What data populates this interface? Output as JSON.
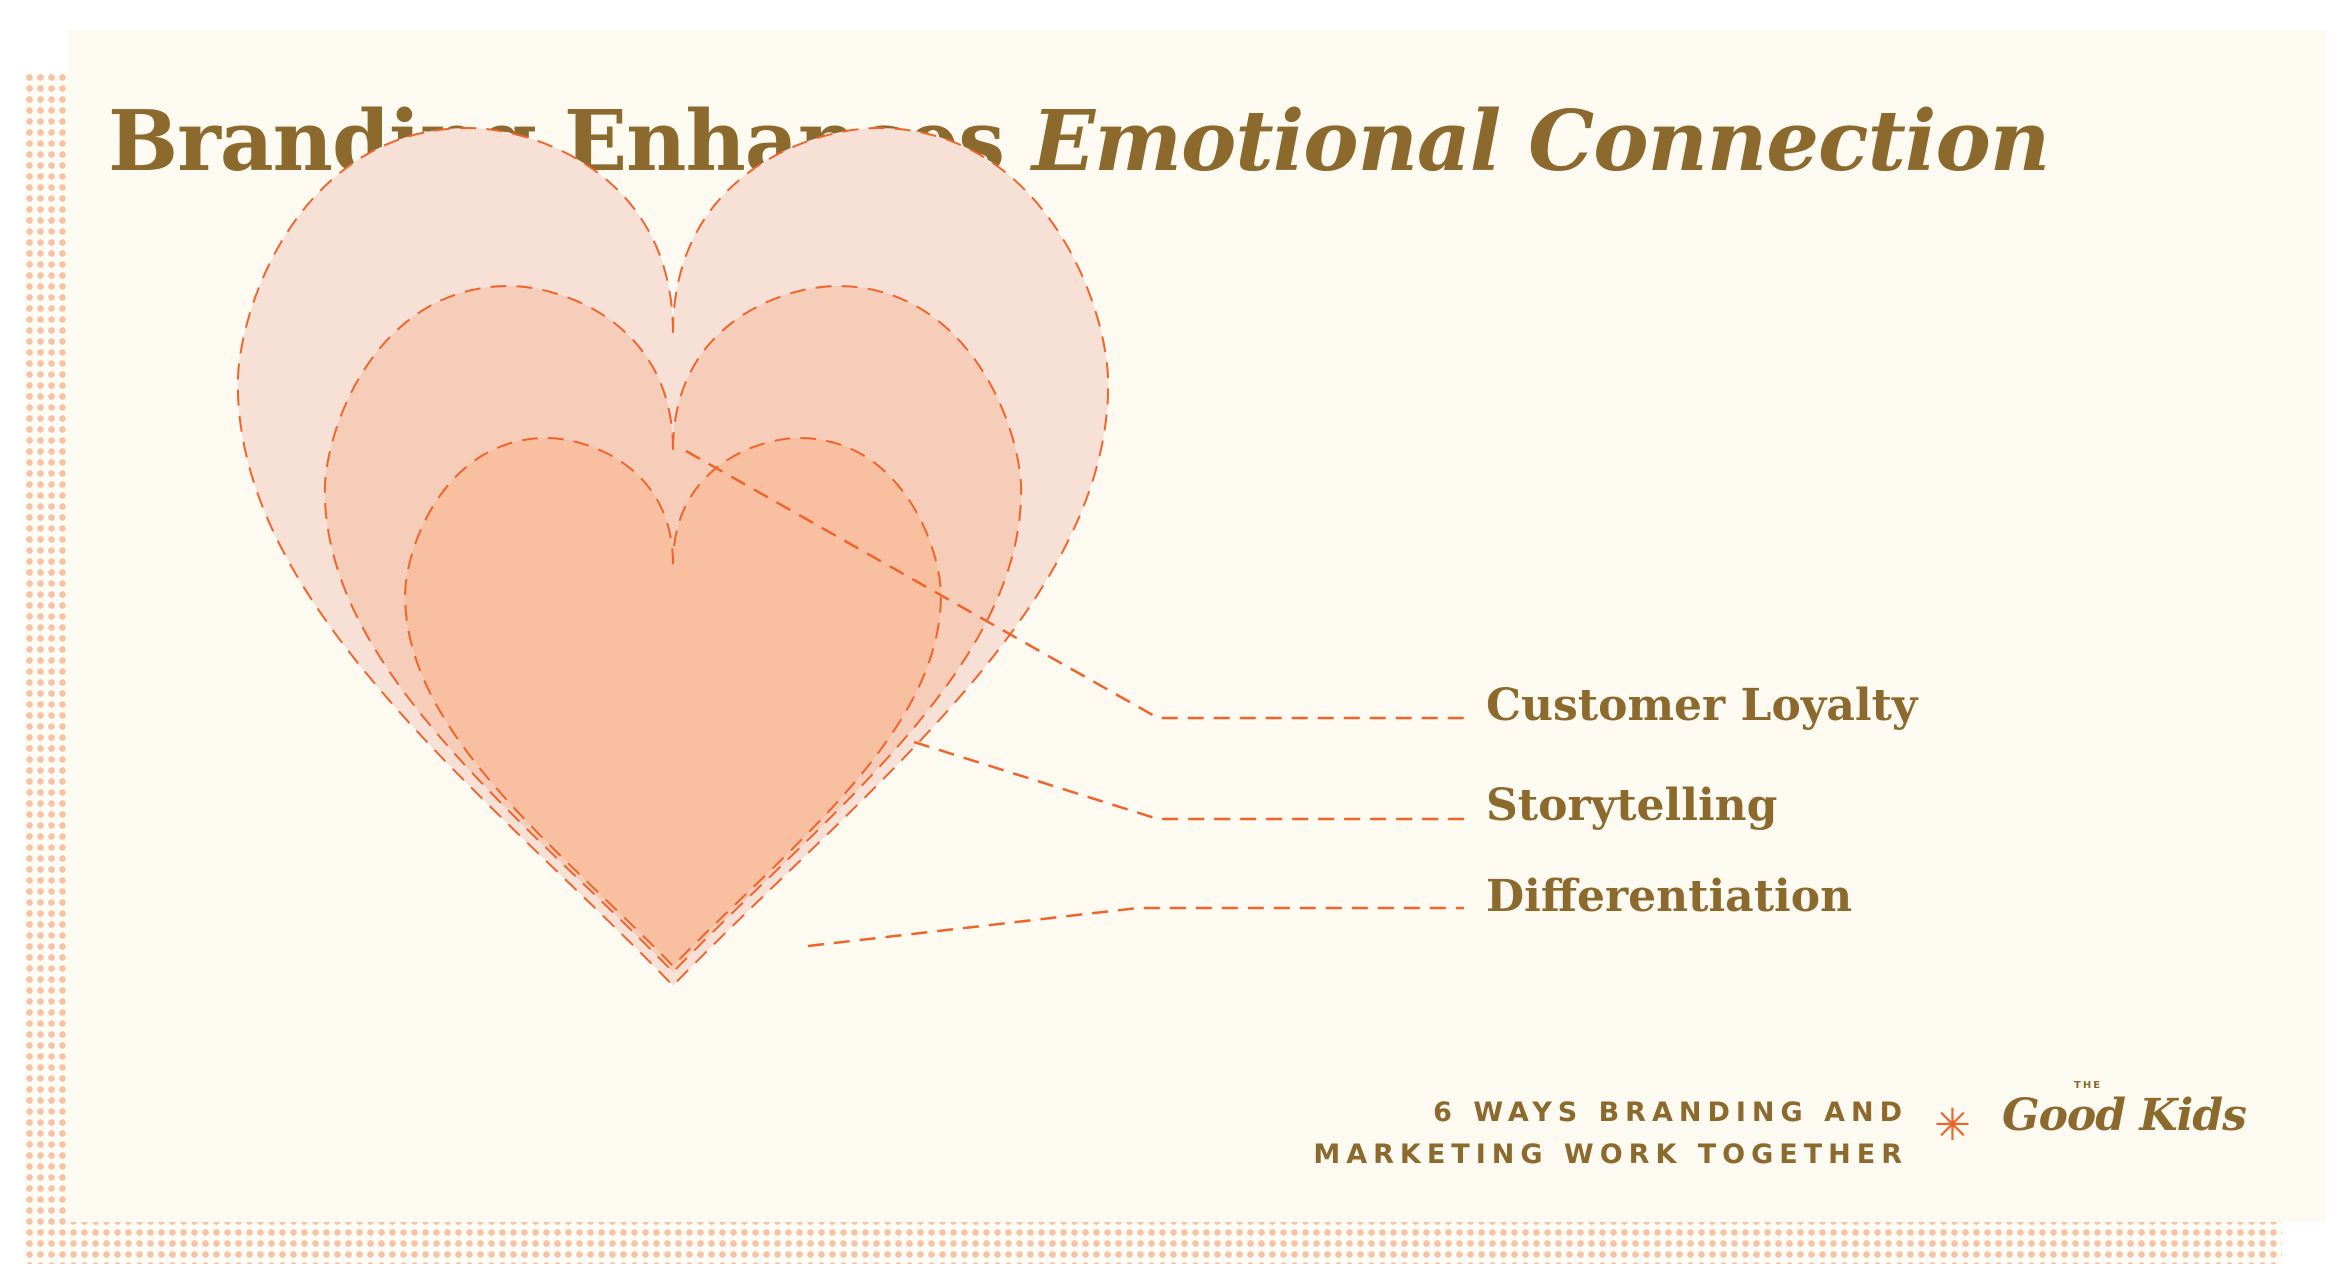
{
  "title": {
    "part1": "Branding Enhances ",
    "part2": "Emotional Connection"
  },
  "labels": {
    "outer": "Customer Loyalty",
    "middle": "Storytelling",
    "inner": "Differentiation"
  },
  "footer": {
    "line1": "6 WAYS BRANDING AND",
    "line2": "MARKETING WORK TOGETHER"
  },
  "logo": {
    "the": "THE",
    "name": "Good Kids"
  },
  "colors": {
    "text": "#8c6a2e",
    "accent": "#f0642a",
    "heart_outer": "#f7e0d6",
    "heart_middle": "#f6cdb9",
    "heart_inner": "#f8c0a0",
    "background": "#fdfaf2"
  },
  "icons": {
    "separator": "asterisk-icon"
  }
}
